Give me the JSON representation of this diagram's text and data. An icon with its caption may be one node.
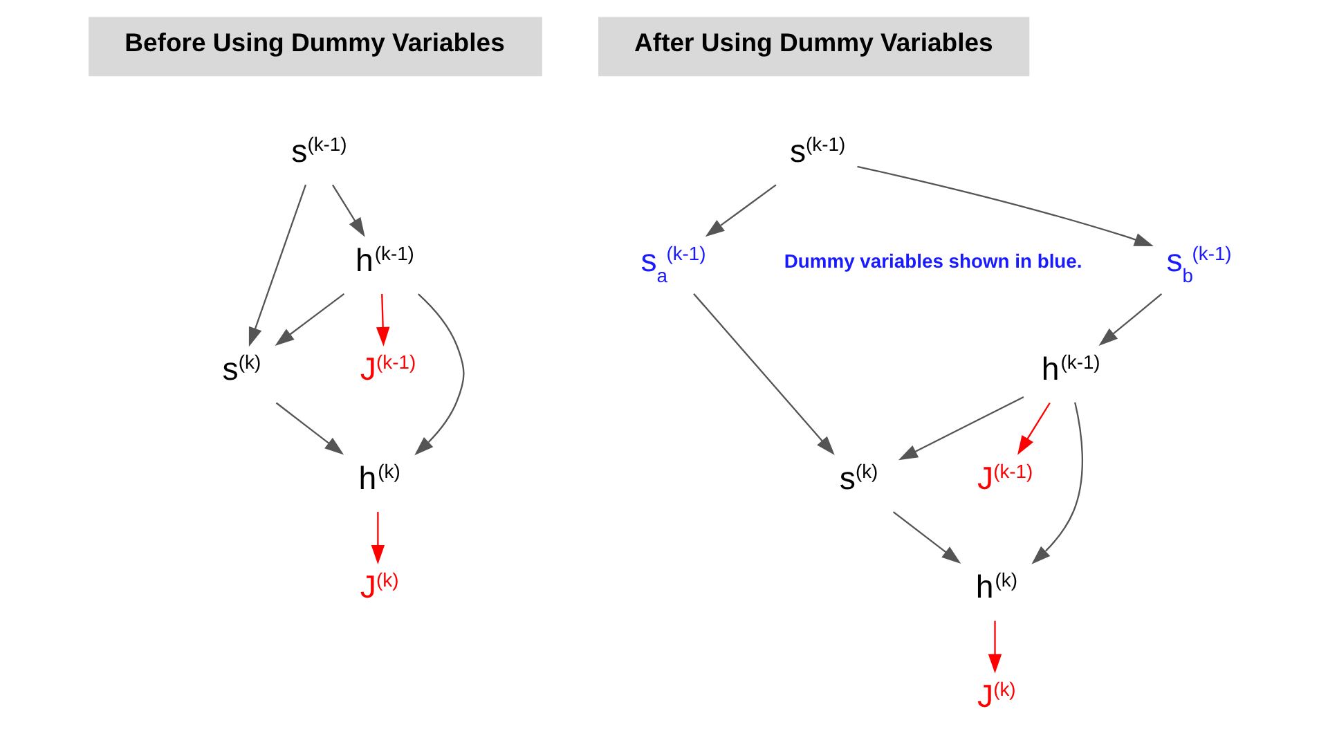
{
  "diagram": {
    "nodes": [
      {
        "text": [
          "Before Using Dummy Variables"
        ]
      },
      {
        "text": [
          "s$^{(k-1)}$"
        ]
      },
      {
        "text": [
          "h$^{(k-1)}$"
        ]
      },
      {
        "text": [
          "s$^{(k)}$"
        ]
      },
      {
        "text": [
          "J$^{(k-1)}$"
        ]
      },
      {
        "text": [
          "h$^{(k)}$"
        ]
      },
      {
        "text": [
          "J$^{(k)}$"
        ]
      },
      {
        "text": [
          "After Using Dummy Variables"
        ]
      },
      {
        "text": [
          "s$^{(k-1)}$"
        ]
      },
      {
        "text": [
          "s$_{a}$$^{(k-1)}$"
        ]
      },
      {
        "text": [
          "s$_{b}$$^{(k-1)}$"
        ]
      },
      {
        "text": [
          "h$^{(k-1)}$"
        ]
      },
      {
        "text": [
          "s$^{(k)}$"
        ]
      },
      {
        "text": [
          "J$^{(k-1)}$"
        ]
      },
      {
        "text": [
          "h$^{(k)}$"
        ]
      },
      {
        "text": [
          "J$^{(k)}$"
        ]
      }
    ],
    "edges": [
      {
        "from": 1,
        "to": 2,
        "arrow": "to"
      },
      {
        "from": 1,
        "to": 3,
        "arrow": "to"
      },
      {
        "from": 2,
        "to": 3,
        "arrow": "to"
      },
      {
        "from": 2,
        "to": 4,
        "arrow": "to",
        "color": "#ff0000"
      },
      {
        "from": 2,
        "to": 5,
        "arrow": "to"
      },
      {
        "from": 3,
        "to": 5,
        "arrow": "to"
      },
      {
        "from": 5,
        "to": 6,
        "arrow": "to",
        "color": "#ff0000"
      },
      {
        "from": 8,
        "to": 9,
        "arrow": "to"
      },
      {
        "from": 8,
        "to": 10,
        "arrow": "to"
      },
      {
        "from": 9,
        "to": 12,
        "arrow": "to"
      },
      {
        "from": 10,
        "to": 11,
        "arrow": "to"
      },
      {
        "from": 11,
        "to": 12,
        "arrow": "to"
      },
      {
        "from": 11,
        "to": 13,
        "arrow": "to",
        "color": "#ff0000"
      },
      {
        "from": 11,
        "to": 14,
        "arrow": "to"
      },
      {
        "from": 12,
        "to": 14,
        "arrow": "to"
      },
      {
        "from": 14,
        "to": 15,
        "arrow": "to",
        "color": "#ff0000"
      }
    ],
    "labels": [
      "Dummy variables shown in blue."
    ]
  }
}
